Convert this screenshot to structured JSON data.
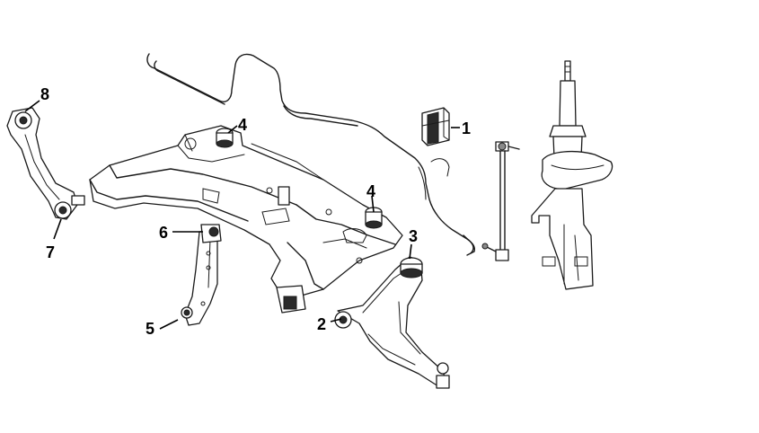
{
  "callouts": [
    {
      "id": "1",
      "text": "1"
    },
    {
      "id": "2",
      "text": "2"
    },
    {
      "id": "3",
      "text": "3"
    },
    {
      "id": "4a",
      "text": "4"
    },
    {
      "id": "4b",
      "text": "4"
    },
    {
      "id": "5",
      "text": "5"
    },
    {
      "id": "6",
      "text": "6"
    },
    {
      "id": "7",
      "text": "7"
    },
    {
      "id": "8",
      "text": "8"
    }
  ],
  "colors": {
    "line": "#1a1a1a",
    "background": "#ffffff",
    "dark_fill": "#2a2a2a"
  }
}
